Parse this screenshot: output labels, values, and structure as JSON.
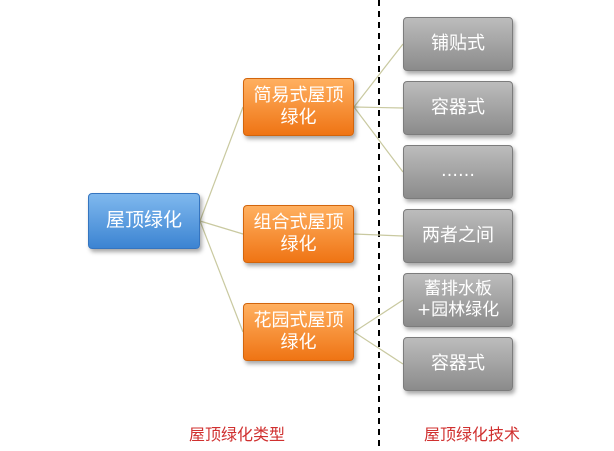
{
  "diagram": {
    "root": {
      "label": "屋顶绿化"
    },
    "types": [
      {
        "id": "t1",
        "label": "简易式屋顶绿化"
      },
      {
        "id": "t2",
        "label": "组合式屋顶绿化"
      },
      {
        "id": "t3",
        "label": "花园式屋顶绿化"
      }
    ],
    "techniques": [
      {
        "id": "k1",
        "label": "铺贴式"
      },
      {
        "id": "k2",
        "label": "容器式"
      },
      {
        "id": "k3",
        "label": "……"
      },
      {
        "id": "k4",
        "label": "两者之间"
      },
      {
        "id": "k5",
        "label": "蓄排水板+园林绿化"
      },
      {
        "id": "k6",
        "label": "容器式"
      }
    ],
    "links": [
      [
        "root",
        "t1"
      ],
      [
        "root",
        "t2"
      ],
      [
        "root",
        "t3"
      ],
      [
        "t1",
        "k1"
      ],
      [
        "t1",
        "k2"
      ],
      [
        "t1",
        "k3"
      ],
      [
        "t2",
        "k4"
      ],
      [
        "t3",
        "k5"
      ],
      [
        "t3",
        "k6"
      ]
    ],
    "captions": {
      "types": "屋顶绿化类型",
      "techniques": "屋顶绿化技术"
    },
    "colors": {
      "root": "#4a90dc",
      "type": "#f47c1c",
      "technique": "#9e9e9e",
      "caption": "#d0302f",
      "link": "#c9c9a0",
      "divider": "#000000"
    }
  }
}
